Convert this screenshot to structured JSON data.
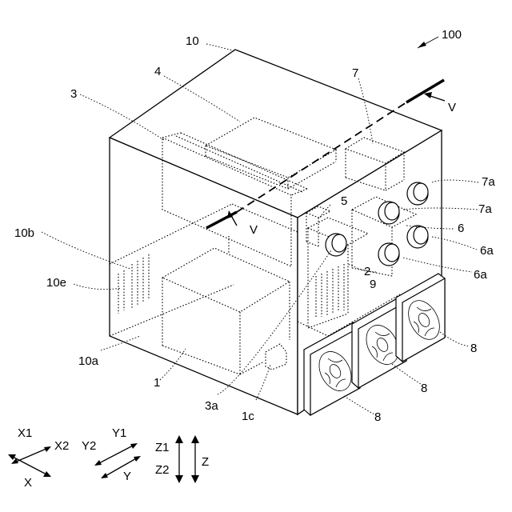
{
  "labels": {
    "assembly": "100",
    "housing": "10",
    "item_4": "4",
    "item_3": "3",
    "item_7": "7",
    "section_v_top": "V",
    "section_v_left": "V",
    "knob_7a_upper": "7a",
    "knob_7a_lower": "7a",
    "item_5": "5",
    "item_6": "6",
    "knob_6a_upper": "6a",
    "knob_6a_lower": "6a",
    "item_2": "2",
    "item_9": "9",
    "vent_10b": "10b",
    "vent_10e": "10e",
    "face_10a": "10a",
    "item_1": "1",
    "item_3a": "3a",
    "item_1c": "1c",
    "fan_8_right": "8",
    "fan_8_middle": "8",
    "fan_8_left": "8"
  },
  "axes": {
    "x1": "X1",
    "x2": "X2",
    "x": "X",
    "y2": "Y2",
    "y1": "Y1",
    "y": "Y",
    "z1": "Z1",
    "z2": "Z2",
    "z": "Z"
  }
}
